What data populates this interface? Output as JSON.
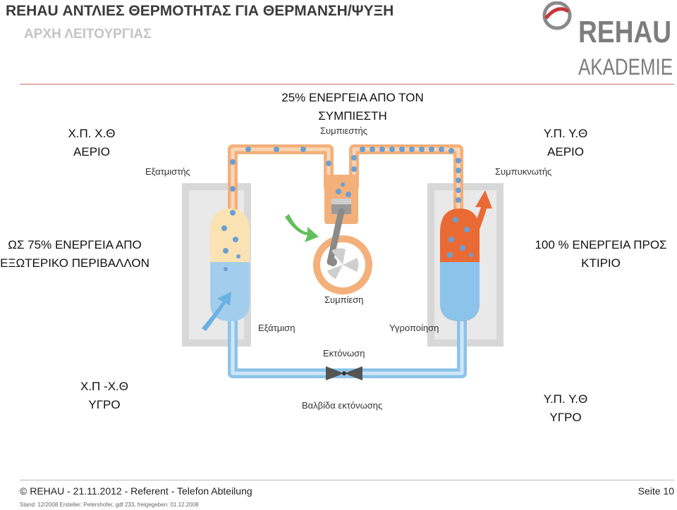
{
  "header": {
    "title": "REHAU ΑΝΤΛΙΕΣ ΘΕΡΜΟΤΗΤΑΣ ΓΙΑ ΘΕΡΜΑΝΣΗ/ΨΥΞΗ",
    "subtitle": "ΑΡΧΗ ΛΕΙΤΟΥΡΓΙΑΣ"
  },
  "logo": {
    "brand": "REHAU",
    "sub": "AKADEMIE"
  },
  "labels": {
    "lp_gas": [
      "Χ.Π. Χ.Θ",
      "ΑΕΡΙΟ"
    ],
    "compressor_energy": [
      "25% ΕΝΕΡΓΕΙΑ ΑΠΟ ΤΟΝ",
      "ΣΥΜΠΙΕΣΤΗ"
    ],
    "hp_gas": [
      "Υ.Π. Υ.Θ",
      "ΑΕΡΙΟ"
    ],
    "env_energy": [
      "ΩΣ 75% ΕΝΕΡΓΕΙΑ ΑΠΟ",
      "ΕΞΩΤΕΡΙΚΟ ΠΕΡΙΒΑΛΛΟΝ"
    ],
    "building_energy": [
      "100 % ΕΝΕΡΓΕΙΑ ΠΡΟΣ",
      "ΚΤΙΡΙΟ"
    ],
    "lp_liquid": [
      "Χ.Π -Χ.Θ",
      "ΥΓΡΟ"
    ],
    "hp_liquid": [
      "Υ.Π. Υ.Θ",
      "ΥΓΡΟ"
    ]
  },
  "diagram": {
    "compressor": "Συμπιεστής",
    "evaporator": "Εξατμιστής",
    "condenser": "Συμπυκνωτής",
    "compression": "Συμπίεση",
    "evaporation": "Εξάτμιση",
    "condensation": "Υγροποίηση",
    "expansion": "Εκτόνωση",
    "expansion_valve": "Βαλβίδα εκτόνωσης"
  },
  "footer": {
    "text": "© REHAU  - 21.11.2012 - Referent - Telefon  Abteilung",
    "page": "Seite 10",
    "stand": "Stand: 12/2008 Ersteller: Petershofer, gdf 233, freigegeben: 01.12.2008"
  },
  "colors": {
    "gas_orange": "#f3b07a",
    "hot_red": "#ea6a35",
    "liquid_blue": "#8cc3ea",
    "pipe_blue": "#a9d0ee",
    "bubble": "#6a9fd4",
    "green_arrow": "#5fbf5a",
    "panel_gray": "#d8d8d8"
  }
}
